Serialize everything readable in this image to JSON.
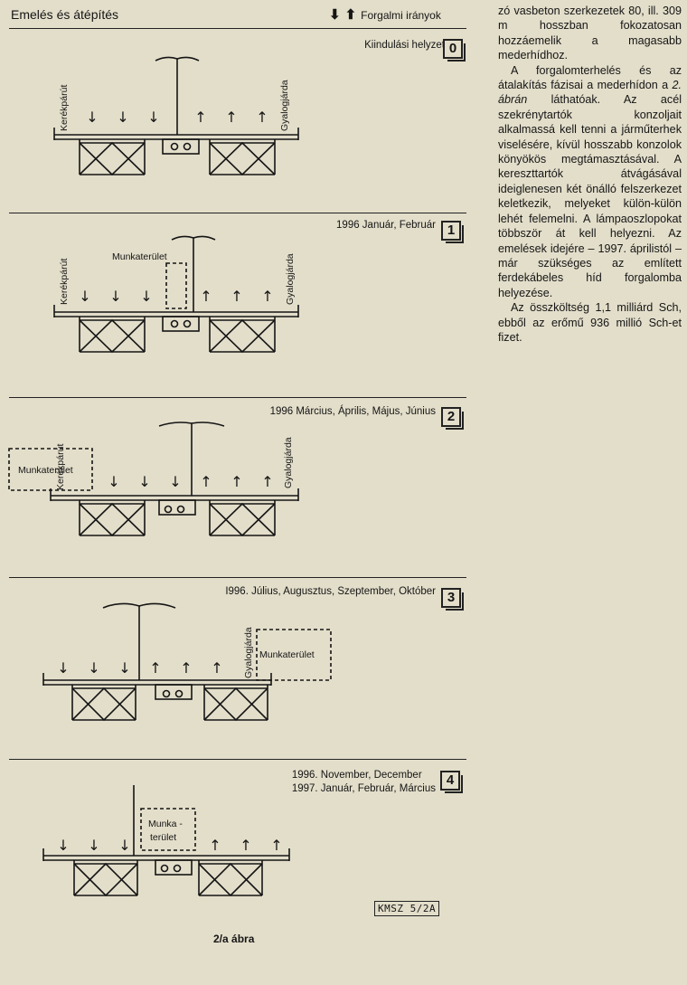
{
  "header": {
    "title": "Emelés és átépítés",
    "legend_label": "Forgalmi irányok",
    "arrow_down": "down-arrow-icon",
    "arrow_up": "up-arrow-icon"
  },
  "labels": {
    "bike": "Kerékpárút",
    "walk": "Gyalogjárda",
    "work": "Munkaterület",
    "work_a": "Munka -",
    "work_b": "terület"
  },
  "stages": [
    {
      "num": "0",
      "date_lines": [
        "Kiindulási helyzet"
      ]
    },
    {
      "num": "1",
      "date_lines": [
        "1996 Január, Február"
      ]
    },
    {
      "num": "2",
      "date_lines": [
        "1996  Március, Április, Május, Június"
      ]
    },
    {
      "num": "3",
      "date_lines": [
        "I996. Július, Augusztus, Szeptember, Október"
      ]
    },
    {
      "num": "4",
      "date_lines": [
        "1996. November, December",
        "1997. Január, Február, Március"
      ]
    }
  ],
  "stamp": "KMSZ 5/2A",
  "caption": "2/a ábra",
  "body_text": {
    "p1": "zó vasbeton szerkezetek 80, ill. 309 m hosszban fokozatosan hozzáemelik a magasabb mederhídhoz.",
    "p2_a": "A forgalomterhelés és az átalakítás fázisai a mederhídon a ",
    "p2_em": "2. ábrán",
    "p2_b": " láthatóak. Az acél szekrénytartók konzoljait alkalmassá kell tenni a járműterhek viselésére, kívül hosszabb konzolok könyökös megtámasztásával. A kereszttartók átvágásával ideiglenesen két önálló felszerkezet keletkezik, melyeket külön-külön lehét felemelni. A lámpaoszlopokat többször át kell helyezni. Az emelések idejére – 1997. áprilistól – már szükséges az említett ferdekábeles híd forgalomba helyezése.",
    "p3": "Az összköltség 1,1 milliárd Sch, ebből az erőmű 936 millió Sch-et fizet."
  },
  "colors": {
    "paper": "#e3deca",
    "ink": "#151515"
  }
}
